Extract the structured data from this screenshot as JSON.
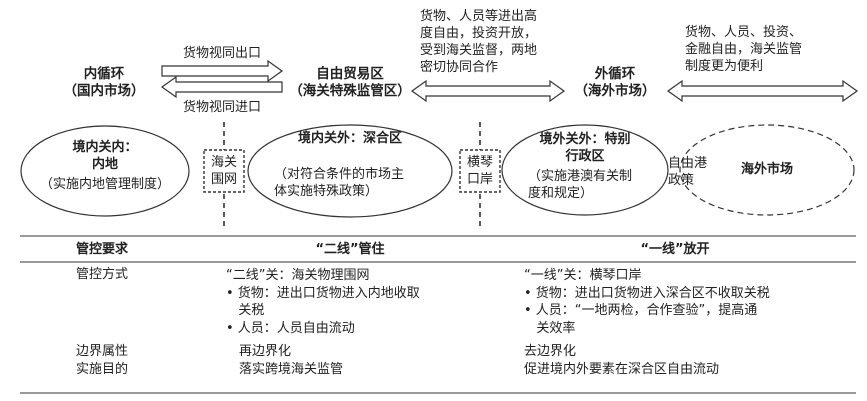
{
  "top": {
    "inner_loop": "内循环\n（国内市场）",
    "ftz": "自由贸易区\n（海关特殊监管区）",
    "outer_loop": "外循环\n（海外市场）",
    "arrow_export": "货物视同出口",
    "arrow_import": "货物视同进口",
    "note_middle": "货物、人员等进出高\n度自由，投资开放，\n受到海关监督，两地\n密切协同合作",
    "note_right": "货物、人员、投资、\n金融自由，海关监管\n制度更为便利"
  },
  "ellipses": {
    "domestic": {
      "title": "境内关内：\n内地",
      "desc": "（实施内地管理制度）"
    },
    "cooperation": {
      "title": "境内关外：深合区",
      "desc": "（对符合条件的市场主\n体实施特殊政策）"
    },
    "hk_macau": {
      "title": "境外关外：特别\n行政区",
      "desc": "（实施港澳有关制\n度和规定）"
    },
    "overseas": {
      "title": "海外市场"
    }
  },
  "boxes": {
    "customs_fence": "海关\n围网",
    "hengqin_port": "横琴\n口岸"
  },
  "free_port_policy": "自由港\n政策",
  "table": {
    "header": {
      "label": "管控要求",
      "second_line": "“二线”管住",
      "first_line": "“一线”放开"
    },
    "rows": [
      {
        "label": "管控方式",
        "second_line": "“二线”关：海关物理围网\n• 货物：进出口货物进入内地收取\n   关税\n• 人员：人员自由流动",
        "first_line": "“一线”关：横琴口岸\n• 货物：进出口货物进入深合区不收取关税\n• 人员：“一地两检，合作查验”，提高通\n   关效率"
      },
      {
        "label": "边界属性",
        "second_line": "再边界化",
        "first_line": "去边界化"
      },
      {
        "label": "实施目的",
        "second_line": "落实跨境海关监管",
        "first_line": "促进境内外要素在深合区自由流动"
      }
    ]
  }
}
